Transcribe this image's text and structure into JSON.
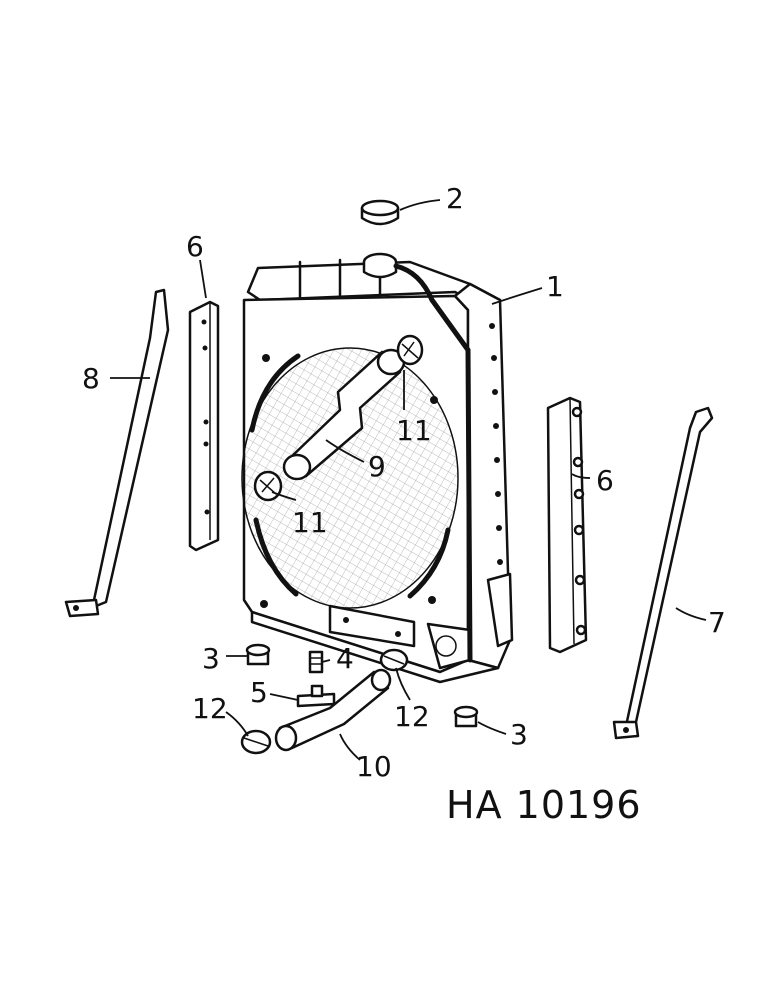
{
  "diagram": {
    "reference": "HA 10196",
    "callouts": {
      "c1": "1",
      "c2": "2",
      "c3a": "3",
      "c3b": "3",
      "c4": "4",
      "c5": "5",
      "c6a": "6",
      "c6b": "6",
      "c7": "7",
      "c8": "8",
      "c9": "9",
      "c10": "10",
      "c11a": "11",
      "c11b": "11",
      "c12a": "12",
      "c12b": "12"
    }
  }
}
